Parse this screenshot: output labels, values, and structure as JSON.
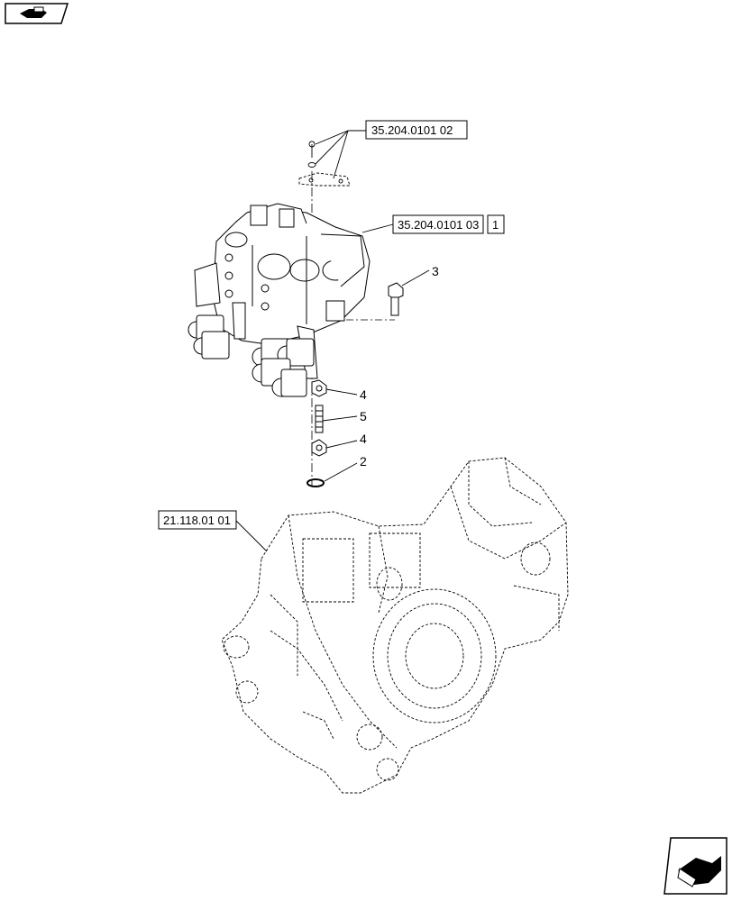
{
  "nav": {
    "top_left_icon": "back-to-index-arrow-icon",
    "bottom_right_icon": "next-page-arrow-icon"
  },
  "references": {
    "bracket_ref": "35.204.0101 02",
    "valve_ref": "35.204.0101 03",
    "valve_item": "1",
    "housing_ref": "21.118.01 01"
  },
  "callouts": {
    "bolt": "3",
    "nut_upper": "4",
    "stud": "5",
    "nut_lower": "4",
    "oring": "2"
  }
}
